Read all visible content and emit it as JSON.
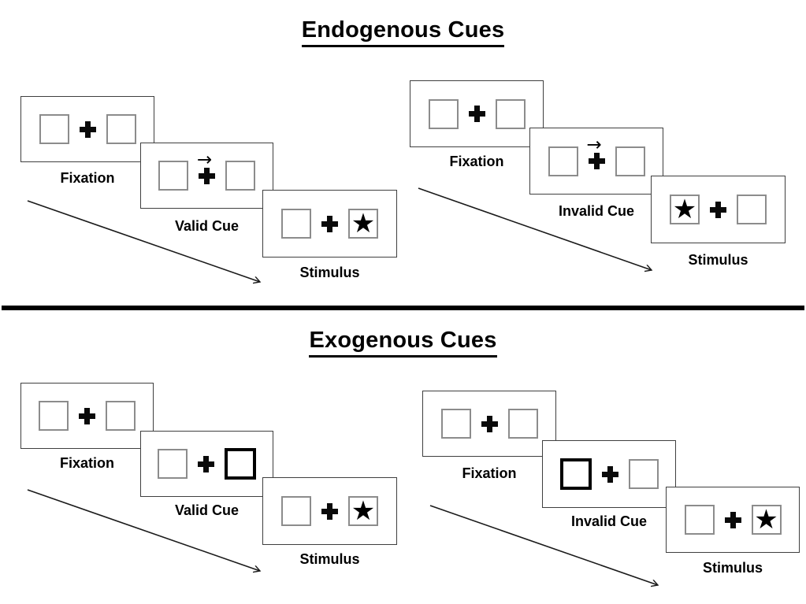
{
  "sections": [
    {
      "title": "Endogenous Cues",
      "groups": [
        {
          "name": "endogenous-valid",
          "panels": [
            {
              "label": "Fixation",
              "cue": "none",
              "left_box": "empty",
              "right_box": "empty"
            },
            {
              "label": "Valid Cue",
              "cue": "arrow-right",
              "left_box": "empty",
              "right_box": "empty"
            },
            {
              "label": "Stimulus",
              "cue": "none",
              "left_box": "empty",
              "right_box": "star"
            }
          ]
        },
        {
          "name": "endogenous-invalid",
          "panels": [
            {
              "label": "Fixation",
              "cue": "none",
              "left_box": "empty",
              "right_box": "empty"
            },
            {
              "label": "Invalid Cue",
              "cue": "arrow-right",
              "left_box": "empty",
              "right_box": "empty"
            },
            {
              "label": "Stimulus",
              "cue": "none",
              "left_box": "star",
              "right_box": "empty"
            }
          ]
        }
      ]
    },
    {
      "title": "Exogenous Cues",
      "groups": [
        {
          "name": "exogenous-valid",
          "panels": [
            {
              "label": "Fixation",
              "cue": "none",
              "left_box": "empty",
              "right_box": "empty"
            },
            {
              "label": "Valid Cue",
              "cue": "none",
              "left_box": "empty",
              "right_box": "bold"
            },
            {
              "label": "Stimulus",
              "cue": "none",
              "left_box": "empty",
              "right_box": "star"
            }
          ]
        },
        {
          "name": "exogenous-invalid",
          "panels": [
            {
              "label": "Fixation",
              "cue": "none",
              "left_box": "empty",
              "right_box": "empty"
            },
            {
              "label": "Invalid Cue",
              "cue": "none",
              "left_box": "bold",
              "right_box": "empty"
            },
            {
              "label": "Stimulus",
              "cue": "none",
              "left_box": "empty",
              "right_box": "star"
            }
          ]
        }
      ]
    }
  ],
  "symbols": {
    "fixation_cross": "+",
    "cue_arrow": "→",
    "star": "★"
  },
  "colors": {
    "background": "#ffffff",
    "panel_border": "#3f3f3f",
    "box_border": "#8c8c8c",
    "bold_box_border": "#000000",
    "ink": "#000000"
  }
}
